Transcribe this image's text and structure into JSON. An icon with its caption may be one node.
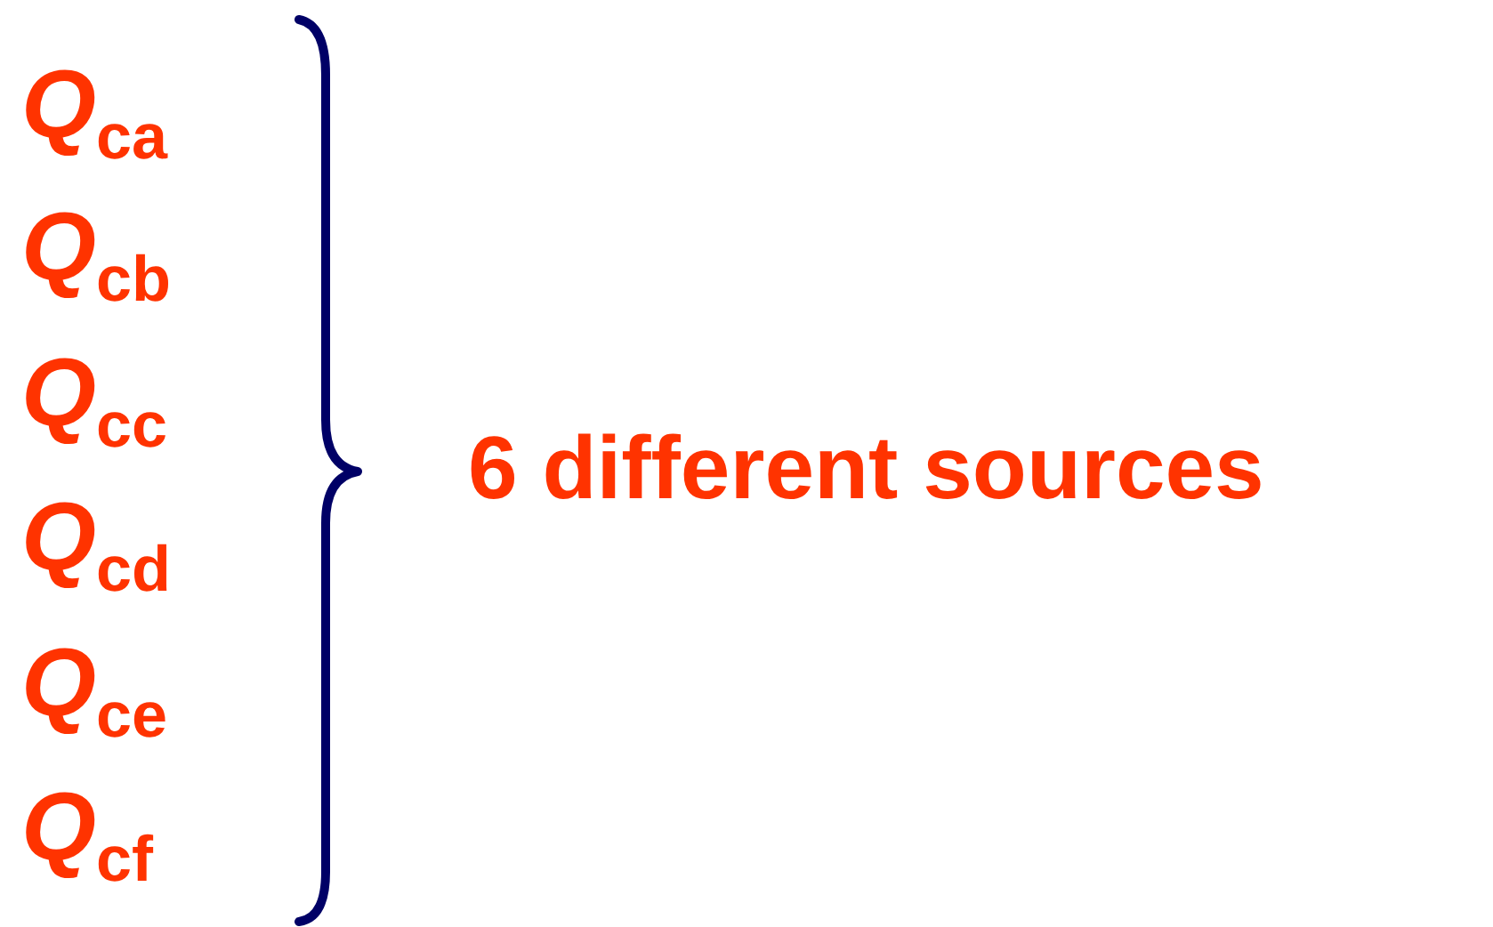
{
  "diagram": {
    "labels": [
      "*Q*$_{ca}$",
      "*Q*$_{cb}$",
      "*Q*$_{cc}$",
      "*Q*$_{cd}$",
      "*Q*$_{ce}$",
      "*Q*$_{cf}$",
      "6 different sources"
    ]
  }
}
